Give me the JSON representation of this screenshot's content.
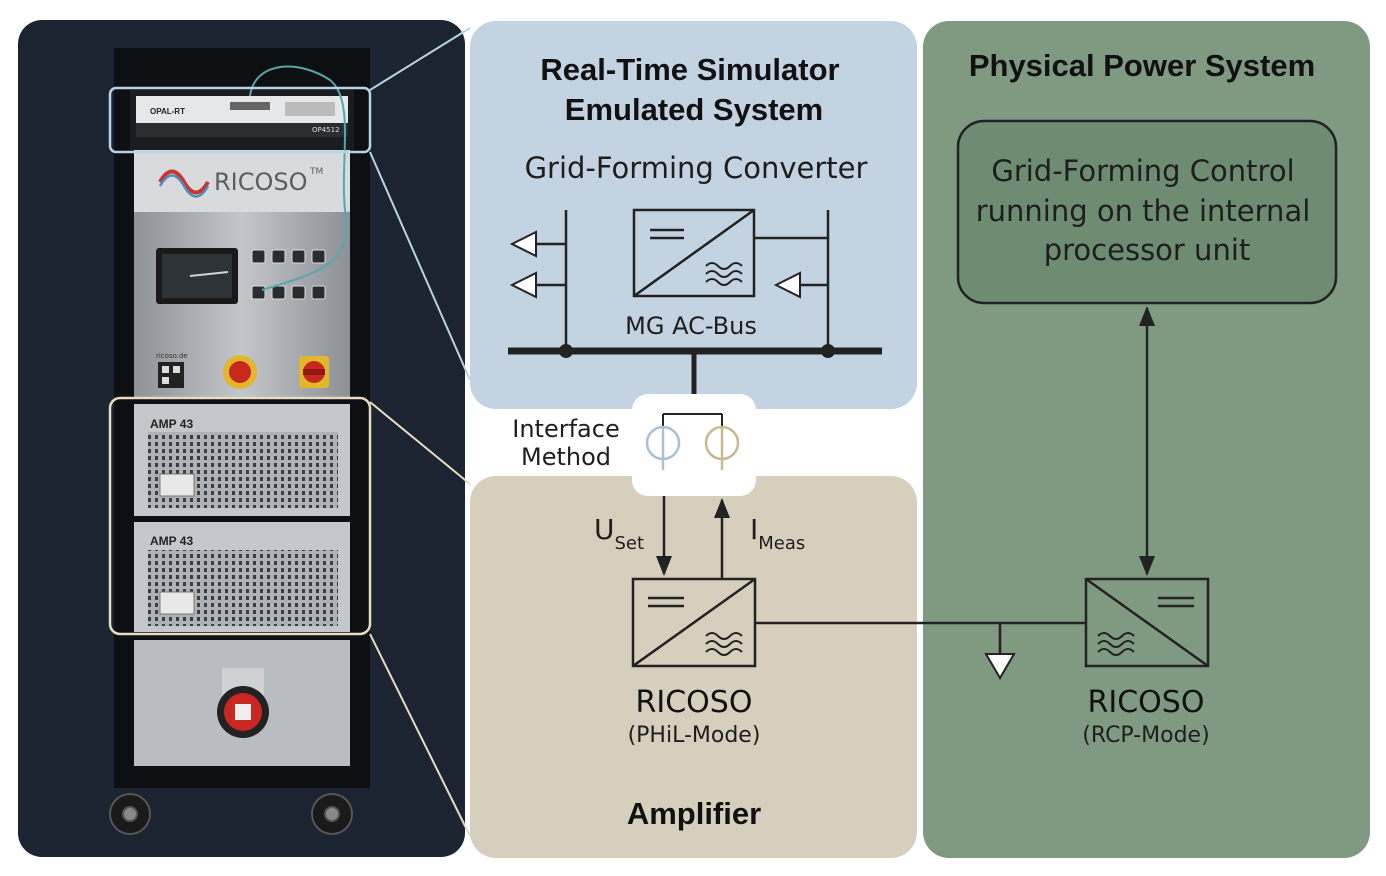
{
  "photo": {
    "rack_top_device_brand": "OPAL-RT",
    "rack_top_device_model": "OP4512",
    "brand_logo_text": "RICOSO",
    "brand_trademark": "TM",
    "website": "ricoso.de",
    "amp_label_1": "AMP 43",
    "amp_label_2": "AMP 43"
  },
  "panels": {
    "simulator_title_line1": "Real-Time Simulator",
    "simulator_title_line2": "Emulated System",
    "simulator_subtitle": "Grid-Forming Converter",
    "bus_label": "MG AC-Bus",
    "physical_title": "Physical Power System",
    "control_line1": "Grid-Forming Control",
    "control_line2": "running on the internal",
    "control_line3": "processor unit",
    "interface_line1": "Interface",
    "interface_line2": "Method",
    "uset_main": "U",
    "uset_sub": "Set",
    "imeas_main": "I",
    "imeas_sub": "Meas",
    "ricoso_phil_name": "RICOSO",
    "ricoso_phil_mode": "(PHiL-Mode)",
    "ricoso_rcp_name": "RICOSO",
    "ricoso_rcp_mode": "(RCP-Mode)",
    "amplifier_title": "Amplifier"
  },
  "colors": {
    "photo_bg": "#1b2430",
    "simulator_bg": "#c3d3e2",
    "amplifier_bg": "#d7cfbd",
    "physical_bg": "#7f9a80",
    "control_box_bg": "#6e8c71",
    "line": "#222222",
    "source_blue": "#a9c0d6",
    "source_beige": "#c9b990",
    "highlight_blue": "#b9d3e3",
    "highlight_beige": "#e6dcc1"
  }
}
